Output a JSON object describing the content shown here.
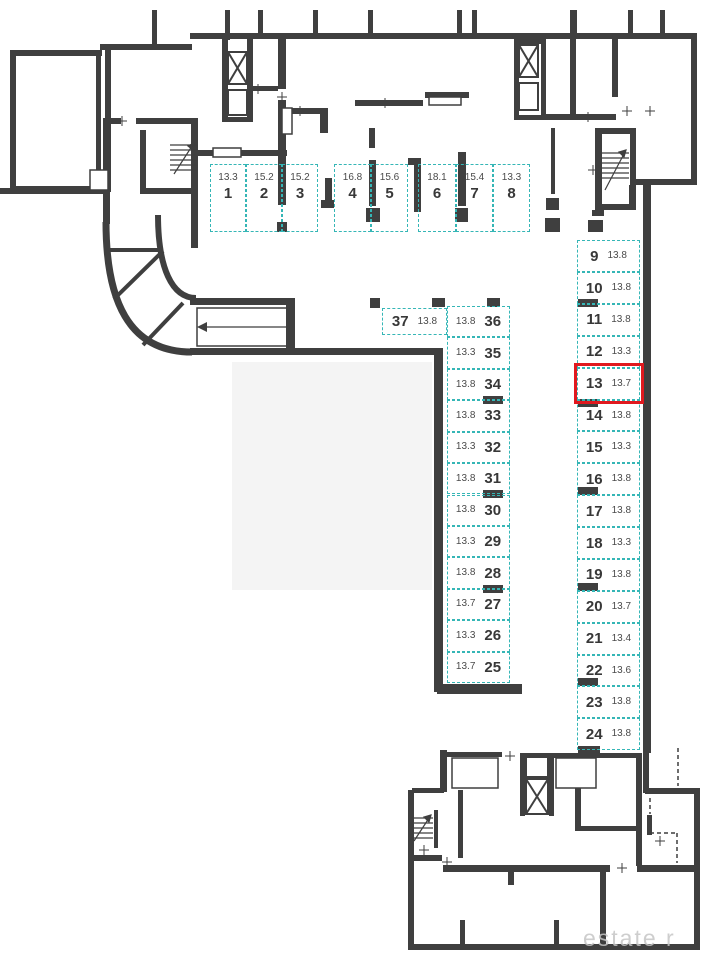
{
  "plan": {
    "watermark_text": "estate r",
    "highlighted_spot": "13",
    "colors": {
      "wall": "#3f3f3f",
      "spot_border": "#35b6b6",
      "highlight": "#e0191f",
      "number_text": "#383838",
      "area_text": "#4a4a4a"
    },
    "rows": {
      "top": {
        "spots": [
          {
            "n": "1",
            "a": "13.3"
          },
          {
            "n": "2",
            "a": "15.2"
          },
          {
            "n": "3",
            "a": "15.2"
          },
          {
            "n": "4",
            "a": "16.8"
          },
          {
            "n": "5",
            "a": "15.6"
          },
          {
            "n": "6",
            "a": "18.1"
          },
          {
            "n": "7",
            "a": "15.4"
          },
          {
            "n": "8",
            "a": "13.3"
          }
        ]
      },
      "right_col": {
        "spots": [
          {
            "n": "9",
            "a": "13.8"
          },
          {
            "n": "10",
            "a": "13.8"
          },
          {
            "n": "11",
            "a": "13.8"
          },
          {
            "n": "12",
            "a": "13.3"
          },
          {
            "n": "13",
            "a": "13.7"
          },
          {
            "n": "14",
            "a": "13.8"
          },
          {
            "n": "15",
            "a": "13.3"
          },
          {
            "n": "16",
            "a": "13.8"
          },
          {
            "n": "17",
            "a": "13.8"
          },
          {
            "n": "18",
            "a": "13.3"
          },
          {
            "n": "19",
            "a": "13.8"
          },
          {
            "n": "20",
            "a": "13.7"
          },
          {
            "n": "21",
            "a": "13.4"
          },
          {
            "n": "22",
            "a": "13.6"
          },
          {
            "n": "23",
            "a": "13.8"
          },
          {
            "n": "24",
            "a": "13.8"
          }
        ]
      },
      "mid_col": {
        "spots": [
          {
            "n": "36",
            "a": "13.8"
          },
          {
            "n": "35",
            "a": "13.3"
          },
          {
            "n": "34",
            "a": "13.8"
          },
          {
            "n": "33",
            "a": "13.8"
          },
          {
            "n": "32",
            "a": "13.3"
          },
          {
            "n": "31",
            "a": "13.8"
          },
          {
            "n": "30",
            "a": "13.8"
          },
          {
            "n": "29",
            "a": "13.3"
          },
          {
            "n": "28",
            "a": "13.8"
          },
          {
            "n": "27",
            "a": "13.7"
          },
          {
            "n": "26",
            "a": "13.3"
          },
          {
            "n": "25",
            "a": "13.7"
          }
        ]
      },
      "single": {
        "n": "37",
        "a": "13.8"
      }
    }
  }
}
